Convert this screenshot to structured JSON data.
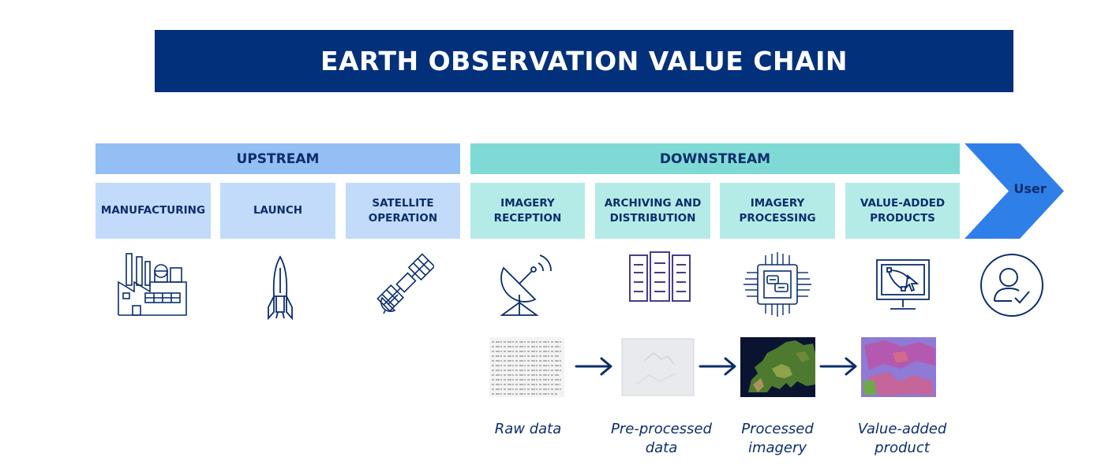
{
  "title": "EARTH OBSERVATION VALUE CHAIN",
  "upstream": {
    "label": "UPSTREAM",
    "stages": [
      "MANUFACTURING",
      "LAUNCH",
      "SATELLITE OPERATION"
    ]
  },
  "downstream": {
    "label": "DOWNSTREAM",
    "stages": [
      "IMAGERY RECEPTION",
      "ARCHIVING AND DISTRIBUTION",
      "IMAGERY PROCESSING",
      "VALUE-ADDED PRODUCTS"
    ]
  },
  "user": {
    "label": "User"
  },
  "outputs": [
    "Raw data",
    "Pre-processed data",
    "Processed imagery",
    "Value-added product"
  ],
  "colors": {
    "title_bg": "#03307a",
    "upstream_band": "#93bff5",
    "upstream_stage": "#c2dbfb",
    "downstream_band": "#7fdad6",
    "downstream_stage": "#b4ebe7",
    "user_chevron": "#2f7fe8",
    "icon_stroke": "#0c2d6b"
  },
  "icons": [
    "factory-icon",
    "rocket-icon",
    "satellite-icon",
    "satellite-dish-icon",
    "server-racks-icon",
    "processor-chip-icon",
    "monitor-vector-icon",
    "user-check-icon"
  ]
}
